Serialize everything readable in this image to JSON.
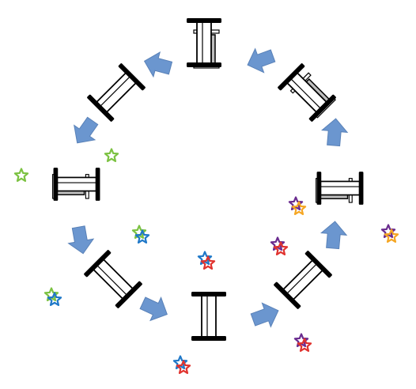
{
  "colors": {
    "background": "#ffffff",
    "arrow_fill": "#6b96cf",
    "arrow_stroke": "#5a82b8",
    "bar_black": "#000000",
    "plate_gray": "#bdbdbd",
    "star_green": "#7cc242",
    "star_blue": "#1f78c8",
    "star_red": "#e0332f",
    "star_purple": "#6a2c8f",
    "star_orange": "#f5a623"
  },
  "molecules": [
    {
      "id": "top",
      "stage": 1,
      "stacked": true
    },
    {
      "id": "upper-right",
      "stage": 2,
      "stacked": true
    },
    {
      "id": "right",
      "stage": 3,
      "stacked": true
    },
    {
      "id": "lower-right",
      "stage": 4,
      "stacked": false
    },
    {
      "id": "bottom",
      "stage": 5,
      "stacked": false
    },
    {
      "id": "lower-left",
      "stage": 6,
      "stacked": false
    },
    {
      "id": "left",
      "stage": 7,
      "stacked": true
    },
    {
      "id": "upper-left",
      "stage": 8,
      "stacked": false
    }
  ],
  "arrows": [
    {
      "id": "top-left",
      "direction": "left"
    },
    {
      "id": "left-upper",
      "direction": "down-left"
    },
    {
      "id": "left-lower",
      "direction": "down"
    },
    {
      "id": "bottom-left",
      "direction": "right"
    },
    {
      "id": "bottom-right",
      "direction": "right-up"
    },
    {
      "id": "right-lower",
      "direction": "up"
    },
    {
      "id": "right-upper",
      "direction": "up"
    },
    {
      "id": "top-right",
      "direction": "left"
    }
  ],
  "stars": [
    {
      "group": "left-green-pair",
      "colors": [
        "star_green"
      ]
    },
    {
      "group": "left-outer-green",
      "colors": [
        "star_green"
      ]
    },
    {
      "group": "lower-left-inner",
      "colors": [
        "star_green",
        "star_blue"
      ]
    },
    {
      "group": "lower-left-outer",
      "colors": [
        "star_green",
        "star_blue"
      ]
    },
    {
      "group": "bottom-center",
      "colors": [
        "star_blue",
        "star_red"
      ]
    },
    {
      "group": "bottom-below",
      "colors": [
        "star_blue",
        "star_red"
      ]
    },
    {
      "group": "right-inner",
      "colors": [
        "star_purple",
        "star_orange"
      ]
    },
    {
      "group": "right-outer",
      "colors": [
        "star_purple",
        "star_orange"
      ]
    },
    {
      "group": "lower-right-inner",
      "colors": [
        "star_purple",
        "star_red"
      ]
    },
    {
      "group": "lower-right-outer",
      "colors": [
        "star_purple",
        "star_red"
      ]
    }
  ]
}
